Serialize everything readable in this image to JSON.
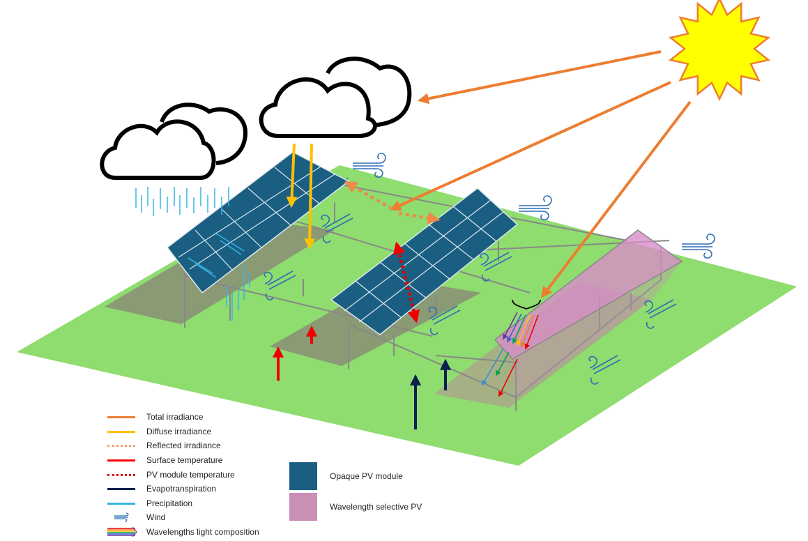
{
  "legend": {
    "lines": [
      {
        "label": "Total irradiance",
        "color": "#ed7d31",
        "style": "solid"
      },
      {
        "label": "Diffuse irradiance",
        "color": "#ffc000",
        "style": "solid"
      },
      {
        "label": "Reflected irradiance",
        "color": "#f4a070",
        "style": "dotted"
      },
      {
        "label": "Surface temperature",
        "color": "#ff0000",
        "style": "solid"
      },
      {
        "label": "PV module temperature",
        "color": "#e00000",
        "style": "dotted"
      },
      {
        "label": "Evapotranspiration",
        "color": "#0c1f4f",
        "style": "solid"
      },
      {
        "label": "Precipitation",
        "color": "#34b4e6",
        "style": "solid"
      },
      {
        "label": "Wind",
        "color": "#2e6fb5",
        "style": "wind-icon"
      },
      {
        "label": "Wavelengths light composition",
        "color": "rainbow",
        "style": "rainbow-arrows"
      }
    ],
    "boxes": [
      {
        "label": "Opaque PV module",
        "color": "#1a5f82"
      },
      {
        "label": "Wavelength selective PV",
        "color": "#c98fb4"
      }
    ]
  },
  "colors": {
    "ground": "#8fdc6f",
    "shadow": "#8a9a74",
    "opaque_pv": "#1a5f82",
    "selective_pv": "#d88cc8",
    "sun_fill": "#ffff00",
    "sun_stroke": "#ed7d31"
  }
}
